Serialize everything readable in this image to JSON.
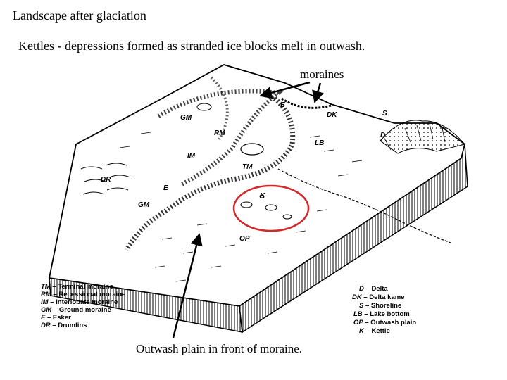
{
  "title": "Landscape after glaciation",
  "subtitle": "Kettles - depressions formed as stranded ice blocks melt in outwash.",
  "callouts": {
    "moraines": "moraines",
    "outwash": "Outwash plain in front of moraine."
  },
  "map_labels": {
    "GM1": "GM",
    "RM": "RM",
    "E1": "E",
    "DK": "DK",
    "S": "S",
    "D": "D",
    "LB": "LB",
    "IM": "IM",
    "TM": "TM",
    "DR": "DR",
    "E2": "E",
    "GM2": "GM",
    "K": "K",
    "OP": "OP"
  },
  "legend_left": [
    {
      "abbr": "TM",
      "name": "Terminal moraine"
    },
    {
      "abbr": "RM",
      "name": "Recessional moraine"
    },
    {
      "abbr": "IM",
      "name": "Interlobate moraine"
    },
    {
      "abbr": "GM",
      "name": "Ground moraine"
    },
    {
      "abbr": "E",
      "name": "Esker"
    },
    {
      "abbr": "DR",
      "name": "Drumlins"
    }
  ],
  "legend_right": [
    {
      "abbr": "D",
      "name": "Delta"
    },
    {
      "abbr": "DK",
      "name": "Delta kame"
    },
    {
      "abbr": "S",
      "name": "Shoreline"
    },
    {
      "abbr": "LB",
      "name": "Lake bottom"
    },
    {
      "abbr": "OP",
      "name": "Outwash plain"
    },
    {
      "abbr": "K",
      "name": "Kettle"
    }
  ],
  "colors": {
    "highlight": "#d62828",
    "ink": "#000000"
  }
}
